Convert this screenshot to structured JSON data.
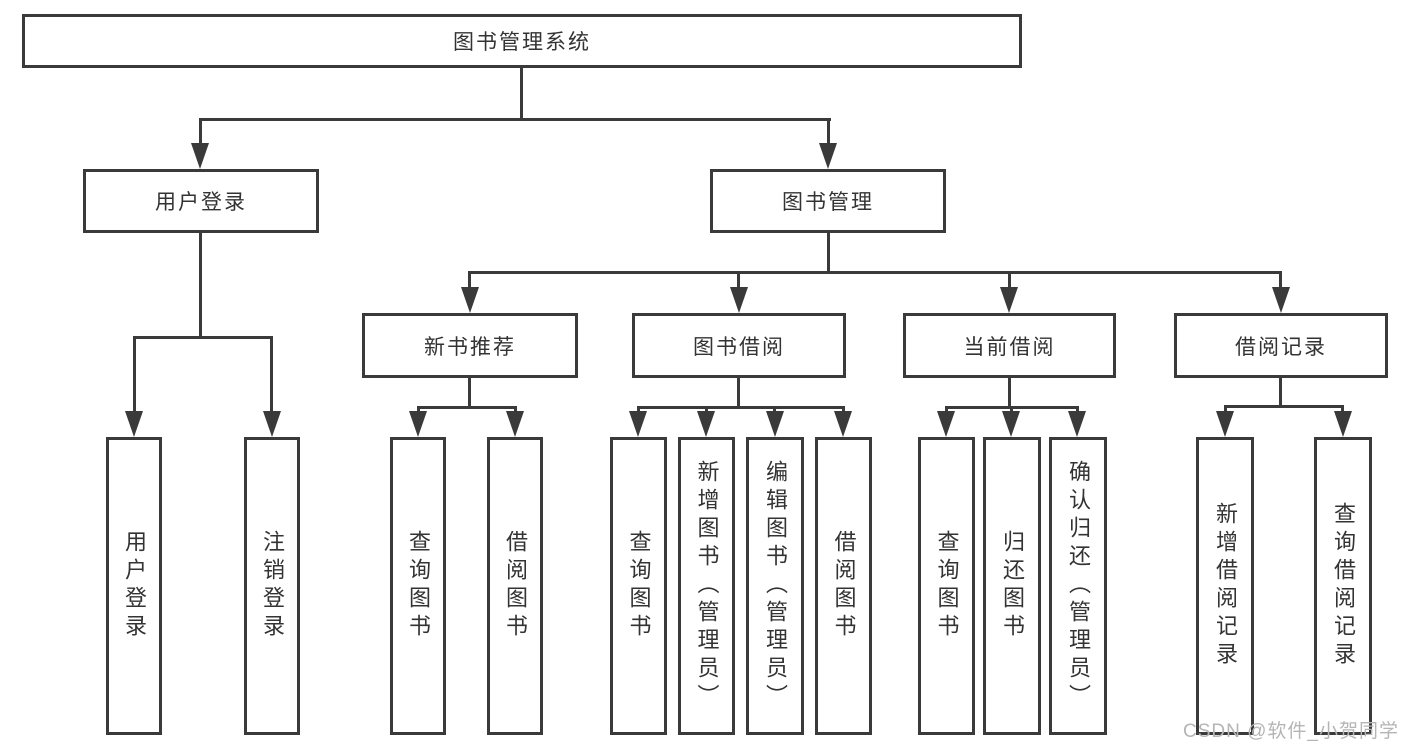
{
  "nodes": {
    "root": "图书管理系统",
    "user_login": "用户登录",
    "book_mgmt": "图书管理",
    "new_books": "新书推荐",
    "book_borrow": "图书借阅",
    "current_borrow": "当前借阅",
    "borrow_records": "借阅记录",
    "leaf_user_login": "用户登录",
    "leaf_logout": "注销登录",
    "nb_query": "查询图书",
    "nb_borrow": "借阅图书",
    "bb_query": "查询图书",
    "bb_add": "新增图书（管理员）",
    "bb_edit": "编辑图书（管理员）",
    "bb_borrow": "借阅图书",
    "cb_query": "查询图书",
    "cb_return": "归还图书",
    "cb_confirm": "确认归还（管理员）",
    "br_add": "新增借阅记录",
    "br_query": "查询借阅记录"
  },
  "structure": {
    "图书管理系统": {
      "用户登录": [
        "用户登录",
        "注销登录"
      ],
      "图书管理": {
        "新书推荐": [
          "查询图书",
          "借阅图书"
        ],
        "图书借阅": [
          "查询图书",
          "新增图书（管理员）",
          "编辑图书（管理员）",
          "借阅图书"
        ],
        "当前借阅": [
          "查询图书",
          "归还图书",
          "确认归还（管理员）"
        ],
        "借阅记录": [
          "新增借阅记录",
          "查询借阅记录"
        ]
      }
    }
  },
  "watermark": "CSDN @软件_小贺同学",
  "colors": {
    "line": "#3a3a3a",
    "text": "#333333",
    "watermark": "#b5b5b5",
    "background": "#ffffff"
  }
}
